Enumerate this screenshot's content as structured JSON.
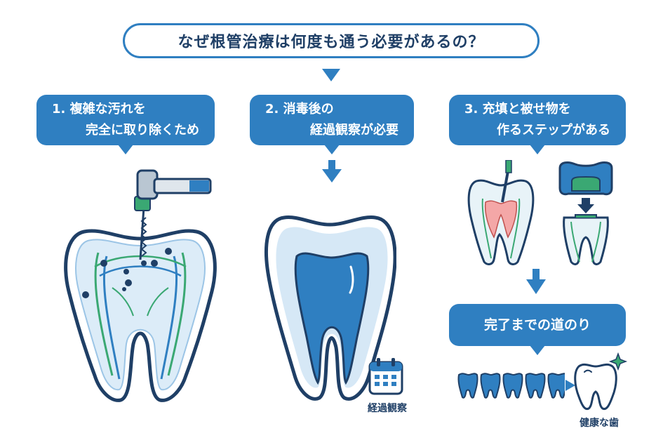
{
  "title": "なぜ根管治療は何度も通う必要があるの？",
  "steps": [
    {
      "line1": "1. 複雑な汚れを",
      "line2": "完全に取り除くため"
    },
    {
      "line1": "2. 消毒後の",
      "line2": "経過観察が必要"
    },
    {
      "line1": "3. 充填と被せ物を",
      "line2": "作るステップがある"
    }
  ],
  "road_label": "完了までの道のり",
  "observation_caption": "経過観察",
  "healthy_caption": "健康な歯",
  "colors": {
    "accent": "#2f7fc1",
    "navy": "#1f3f66",
    "green": "#3aa873",
    "pink": "#f08a8a"
  }
}
